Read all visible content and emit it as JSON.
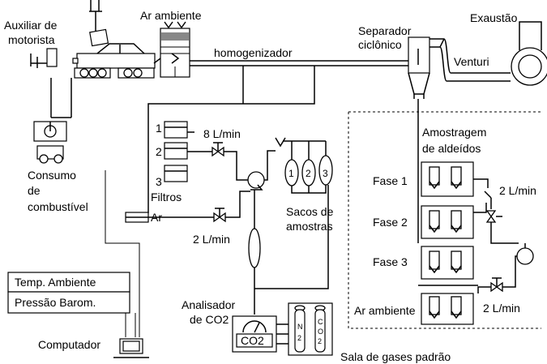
{
  "labels": {
    "driver_aid": [
      "Auxiliar de",
      "motorista"
    ],
    "ambient_air_top": "Ar ambiente",
    "homogenizer": "homogenizador",
    "cyclone": [
      "Separador",
      "ciclônico"
    ],
    "exhaust": "Exaustão",
    "venturi": "Venturi",
    "fuel": [
      "Consumo",
      "de",
      "combustível"
    ],
    "filter_nums": [
      "1",
      "2",
      "3"
    ],
    "filters": "Filtros",
    "flow_8": "8 L/min",
    "air": "Ar",
    "flow_2a": "2 L/min",
    "bag_nums": [
      "1",
      "2",
      "3"
    ],
    "sample_bags": [
      "Sacos de",
      "amostras"
    ],
    "aldehyde": [
      "Amostragem",
      "de aldeídos"
    ],
    "phase1": "Fase 1",
    "phase2": "Fase 2",
    "phase3": "Fase 3",
    "flow_2b": "2 L/min",
    "flow_2c": "2 L/min",
    "ambient_air_bottom": "Ar ambiente",
    "temp": "Temp. Ambiente",
    "pressure": "Pressão Barom.",
    "computer": "Computador",
    "analyzer": [
      "Analisador",
      "de CO2"
    ],
    "co2_box": "CO2",
    "n2": [
      "N",
      "2"
    ],
    "co2_cyl": [
      "C",
      "O",
      "2"
    ],
    "gas_room": "Sala de gases padrão"
  }
}
